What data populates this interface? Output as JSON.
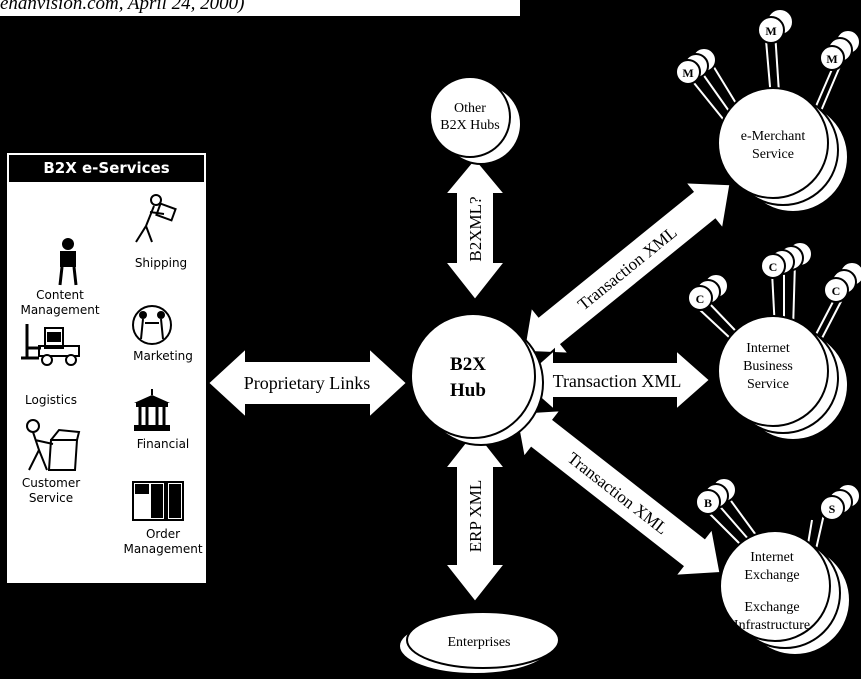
{
  "caption": "ehanvision.com, April 24, 2000)",
  "panel": {
    "title": "B2X e-Services",
    "services": {
      "content": [
        "Content",
        "Management"
      ],
      "shipping": [
        "Shipping"
      ],
      "marketing": [
        "Marketing"
      ],
      "logistics": [
        "Logistics"
      ],
      "financial": [
        "Financial"
      ],
      "customer": [
        "Customer",
        "Service"
      ],
      "order": [
        "Order",
        "Management"
      ]
    }
  },
  "hub": [
    "B2X",
    "Hub"
  ],
  "nodes": {
    "other_hubs": [
      "Other",
      "B2X Hubs"
    ],
    "enterprises": "Enterprises",
    "merchant": [
      "e-Merchant",
      "Service"
    ],
    "business": [
      "Internet",
      "Business",
      "Service"
    ],
    "exchange": [
      "Internet",
      "Exchange",
      "",
      "Exchange",
      "Infrastructure"
    ]
  },
  "links": {
    "proprietary": "Proprietary Links",
    "b2xml": "B2XML?",
    "erp": "ERP XML",
    "txn_up": "Transaction XML",
    "txn_mid": "Transaction XML",
    "txn_down": "Transaction XML"
  },
  "badges": {
    "merchant": "M",
    "consumer": "C",
    "buyer": "B",
    "seller": "S"
  },
  "colors": {
    "background": "#000000",
    "foreground": "#ffffff"
  }
}
